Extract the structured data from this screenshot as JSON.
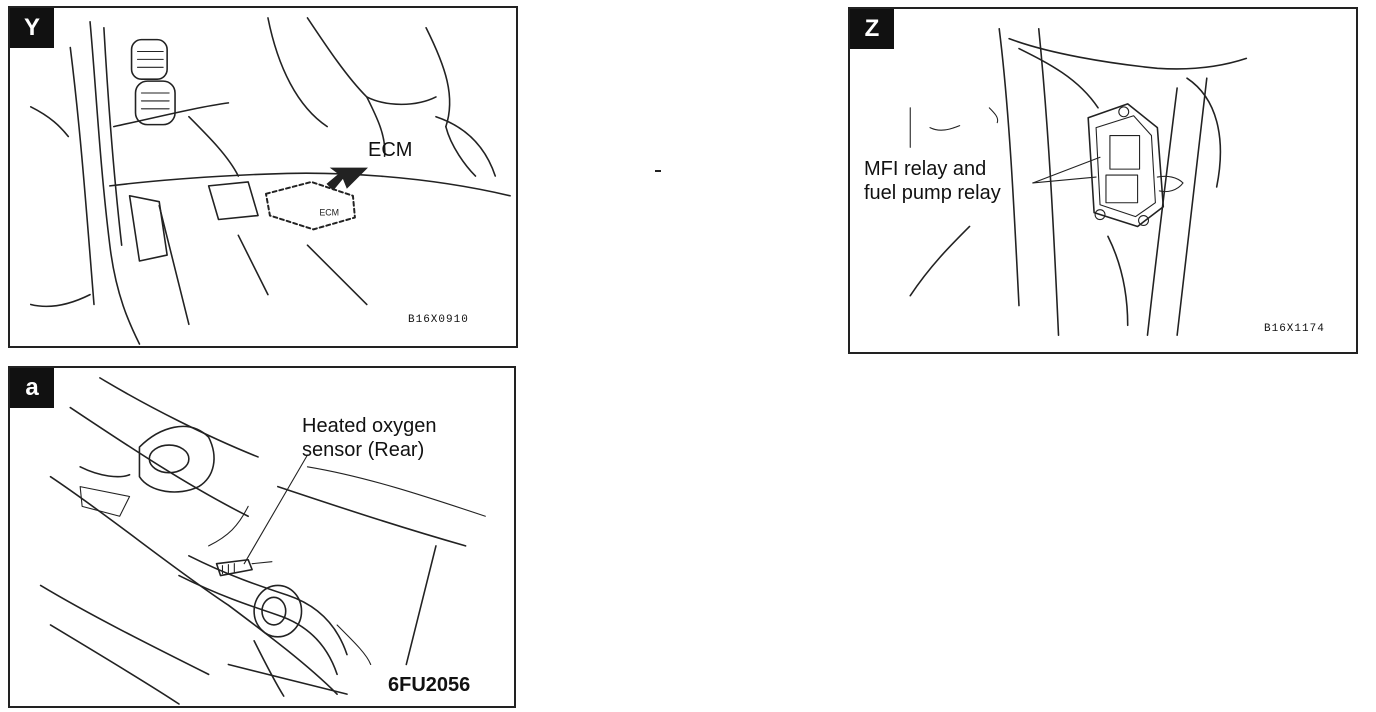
{
  "panels": {
    "y": {
      "tag": "Y",
      "label": "ECM",
      "code": "B16X0910"
    },
    "z": {
      "tag": "Z",
      "label_line1": "MFI relay and",
      "label_line2": "fuel pump relay",
      "code": "B16X1174"
    },
    "a": {
      "tag": "a",
      "label_line1": "Heated oxygen",
      "label_line2": "sensor (Rear)",
      "code": "6FU2056"
    }
  }
}
